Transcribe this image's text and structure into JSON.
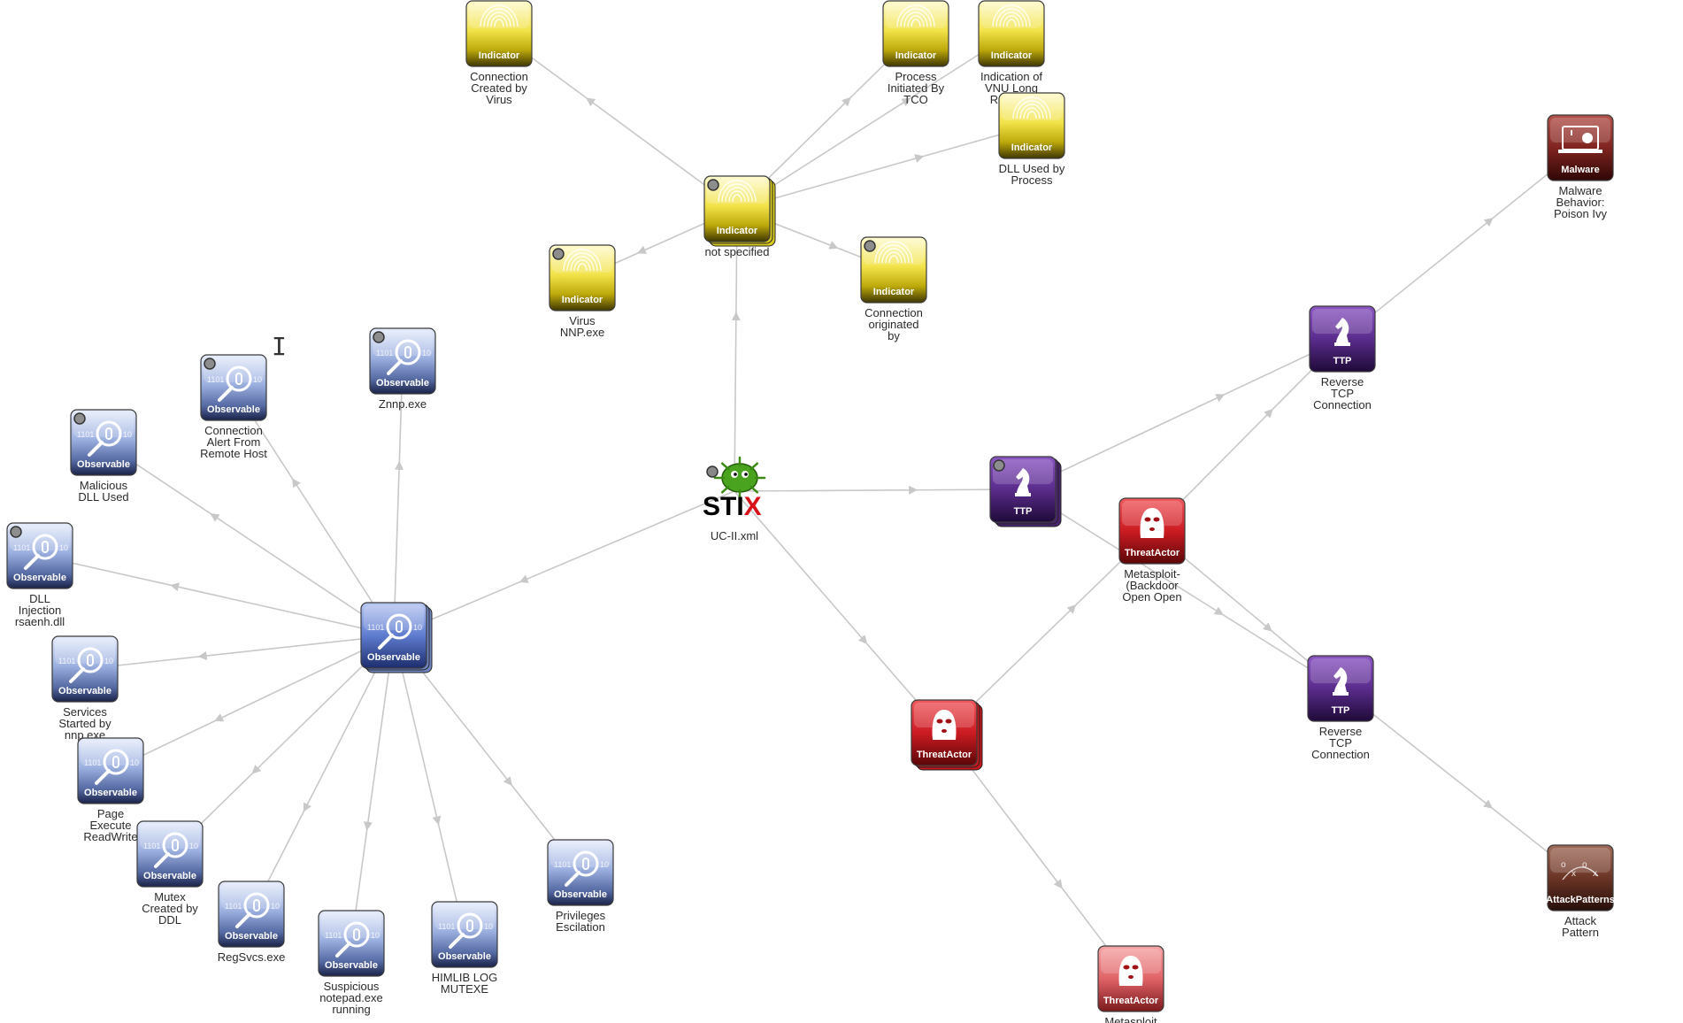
{
  "app": {
    "title": "STIX graph viewer"
  },
  "colors": {
    "edge": "#c8c8c8",
    "indicator": "#d9ca1e",
    "observable": "#6f86c2",
    "ttp": "#4b2470",
    "threat_actor": "#c4171d",
    "malware": "#7a1d1a",
    "attack_pattern": "#6a3628",
    "label": "#2b2b2b"
  },
  "type_labels": {
    "indicator": "Indicator",
    "observable": "Observable",
    "ttp": "TTP",
    "threat_actor": "ThreatActor",
    "malware": "Malware",
    "attack_pattern": "AttackPatterns",
    "root": "STIX"
  },
  "nodes": {
    "root": {
      "type": "root",
      "icon": "virus-icon",
      "label": [
        "UC-II.xml"
      ]
    },
    "ind_ns": {
      "type": "indicator",
      "icon": "fingerprint-icon",
      "stacked": true,
      "marker": true,
      "label": [
        "not specified"
      ]
    },
    "ind1": {
      "type": "indicator",
      "icon": "fingerprint-icon",
      "label": [
        "Connection",
        "Created by",
        "Virus"
      ]
    },
    "ind2": {
      "type": "indicator",
      "icon": "fingerprint-icon",
      "label": [
        "Process",
        "Initiated By",
        "TCO"
      ]
    },
    "ind3": {
      "type": "indicator",
      "icon": "fingerprint-icon",
      "label": [
        "Indication of",
        "VNU Long",
        "Running"
      ]
    },
    "ind4": {
      "type": "indicator",
      "icon": "fingerprint-icon",
      "label": [
        "DLL Used by",
        "Process"
      ]
    },
    "ind5": {
      "type": "indicator",
      "icon": "fingerprint-icon",
      "marker": true,
      "label": [
        "Virus",
        "NNP.exe"
      ]
    },
    "ind6": {
      "type": "indicator",
      "icon": "fingerprint-icon",
      "marker": true,
      "label": [
        "Connection",
        "originated",
        "by"
      ]
    },
    "obs_hub": {
      "type": "observable",
      "icon": "magnifier-binary-icon",
      "stacked": true,
      "label": []
    },
    "obs1": {
      "type": "observable",
      "icon": "magnifier-binary-icon",
      "marker": true,
      "label": [
        "Znnp.exe"
      ]
    },
    "obs2": {
      "type": "observable",
      "icon": "magnifier-binary-icon",
      "marker": true,
      "label": [
        "Connection",
        "Alert From",
        "Remote Host"
      ]
    },
    "obs3": {
      "type": "observable",
      "icon": "magnifier-binary-icon",
      "marker": true,
      "label": [
        "Malicious",
        "DLL Used"
      ]
    },
    "obs4": {
      "type": "observable",
      "icon": "magnifier-binary-icon",
      "marker": true,
      "label": [
        "DLL",
        "Injection",
        "rsaenh.dll"
      ]
    },
    "obs5": {
      "type": "observable",
      "icon": "magnifier-binary-icon",
      "label": [
        "Services",
        "Started by",
        "nnp.exe"
      ]
    },
    "obs6": {
      "type": "observable",
      "icon": "magnifier-binary-icon",
      "label": [
        "Page",
        "Execute",
        "ReadWrite"
      ]
    },
    "obs7": {
      "type": "observable",
      "icon": "magnifier-binary-icon",
      "label": [
        "Mutex",
        "Created by",
        "DDL"
      ]
    },
    "obs8": {
      "type": "observable",
      "icon": "magnifier-binary-icon",
      "label": [
        "RegSvcs.exe"
      ]
    },
    "obs9": {
      "type": "observable",
      "icon": "magnifier-binary-icon",
      "label": [
        "Suspicious",
        "notepad.exe",
        "running"
      ]
    },
    "obs10": {
      "type": "observable",
      "icon": "magnifier-binary-icon",
      "label": [
        "HIMLIB LOG",
        "MUTEXE"
      ]
    },
    "obs11": {
      "type": "observable",
      "icon": "magnifier-binary-icon",
      "label": [
        "Privileges",
        "Escilation"
      ]
    },
    "ttp_hub": {
      "type": "ttp",
      "icon": "knight-icon",
      "stacked": true,
      "marker": true,
      "label": []
    },
    "ttp1": {
      "type": "ttp",
      "icon": "knight-icon",
      "label": [
        "Reverse",
        "TCP",
        "Connection"
      ]
    },
    "ttp2": {
      "type": "ttp",
      "icon": "knight-icon",
      "label": [
        "Reverse",
        "TCP",
        "Connection"
      ]
    },
    "ta_hub": {
      "type": "threat_actor",
      "icon": "balaclava-icon",
      "stacked": true,
      "label": []
    },
    "ta1": {
      "type": "threat_actor",
      "icon": "balaclava-icon",
      "label": [
        "Metasploit-",
        "(Backdoor",
        "Open Open"
      ]
    },
    "ta2": {
      "type": "threat_actor",
      "icon": "balaclava-icon",
      "label": [
        "Metasploit"
      ]
    },
    "mal1": {
      "type": "malware",
      "icon": "laptop-bug-icon",
      "label": [
        "Malware",
        "Behavior:",
        "Poison Ivy"
      ]
    },
    "ap1": {
      "type": "attack_pattern",
      "icon": "playbook-icon",
      "label": [
        "Attack",
        "Pattern"
      ]
    }
  },
  "edges": [
    [
      "root",
      "ind_ns"
    ],
    [
      "ind_ns",
      "ind1"
    ],
    [
      "ind_ns",
      "ind2"
    ],
    [
      "ind_ns",
      "ind3"
    ],
    [
      "ind_ns",
      "ind4"
    ],
    [
      "ind_ns",
      "ind5"
    ],
    [
      "ind_ns",
      "ind6"
    ],
    [
      "root",
      "obs_hub"
    ],
    [
      "obs_hub",
      "obs1"
    ],
    [
      "obs_hub",
      "obs2"
    ],
    [
      "obs_hub",
      "obs3"
    ],
    [
      "obs_hub",
      "obs4"
    ],
    [
      "obs_hub",
      "obs5"
    ],
    [
      "obs_hub",
      "obs6"
    ],
    [
      "obs_hub",
      "obs7"
    ],
    [
      "obs_hub",
      "obs8"
    ],
    [
      "obs_hub",
      "obs9"
    ],
    [
      "obs_hub",
      "obs10"
    ],
    [
      "obs_hub",
      "obs11"
    ],
    [
      "root",
      "ttp_hub"
    ],
    [
      "ttp_hub",
      "ttp1"
    ],
    [
      "ttp_hub",
      "ttp2"
    ],
    [
      "ttp1",
      "mal1"
    ],
    [
      "ttp2",
      "ap1"
    ],
    [
      "root",
      "ta_hub"
    ],
    [
      "ta_hub",
      "ta1"
    ],
    [
      "ta_hub",
      "ta2"
    ],
    [
      "ta1",
      "ttp1"
    ],
    [
      "ta1",
      "ttp2"
    ]
  ]
}
